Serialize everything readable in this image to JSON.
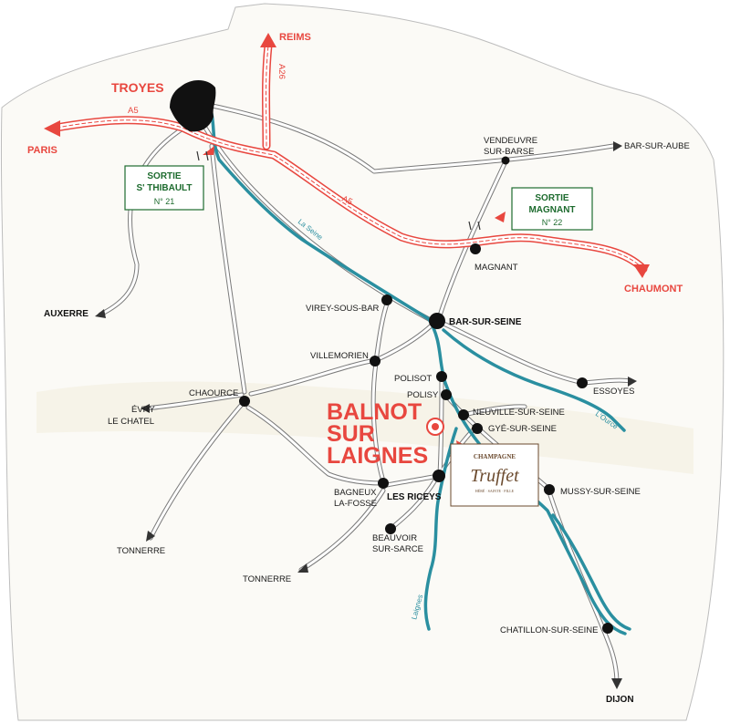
{
  "colors": {
    "road": "#7a7a7a",
    "motorway": "#e8473f",
    "river": "#2a8fa0",
    "town": "#1a1a1a",
    "highlight": "#e8473f",
    "exit_box": "#1d6b2e",
    "brand": "#6b4a2e"
  },
  "cities": {
    "troyes": "TROYES",
    "reims": "REIMS",
    "paris": "PARIS",
    "chaumont": "CHAUMONT",
    "auxerre": "AUXERRE",
    "dijon": "DIJON"
  },
  "motorways": {
    "a5_west": "A5",
    "a5_east": "A5",
    "a26": "A26"
  },
  "exits": {
    "st_thibault": {
      "line1": "SORTIE",
      "line2": "S' THIBAULT",
      "number": "N° 21"
    },
    "magnant": {
      "line1": "SORTIE",
      "line2": "MAGNANT",
      "number": "N° 22"
    }
  },
  "towns": {
    "vendeuvre_1": "VENDEUVRE",
    "vendeuvre_2": "SUR-BARSE",
    "bar_sur_aube": "BAR-SUR-AUBE",
    "magnant": "MAGNANT",
    "virey": "VIREY-SOUS-BAR",
    "bar_sur_seine": "BAR-SUR-SEINE",
    "villemorien": "VILLEMORIEN",
    "polisot": "POLISOT",
    "polisy": "POLISY",
    "essoyes": "ESSOYES",
    "chaource": "CHAOURCE",
    "evry_1": "ÉVRY",
    "evry_2": "LE CHATEL",
    "neuville": "NEUVILLE-SUR-SEINE",
    "gye": "GYÉ-SUR-SEINE",
    "bagneux_1": "BAGNEUX",
    "bagneux_2": "LA-FOSSE",
    "les_riceys": "LES RICEYS",
    "mussy": "MUSSY-SUR-SEINE",
    "beauvoir_1": "BEAUVOIR",
    "beauvoir_2": "SUR-SARCE",
    "tonnerre_1": "TONNERRE",
    "tonnerre_2": "TONNERRE",
    "chatillon": "CHATILLON-SUR-SEINE"
  },
  "rivers": {
    "seine": "La Seine",
    "ource": "L'Ource",
    "laignes": "Laignes"
  },
  "destination": {
    "line1": "BALNOT",
    "line2": "SUR",
    "line3": "LAIGNES"
  },
  "brand": {
    "small": "CHAMPAGNE",
    "name": "Truffet",
    "tag": "HÉRÉ · SAINTE · FILLE"
  }
}
